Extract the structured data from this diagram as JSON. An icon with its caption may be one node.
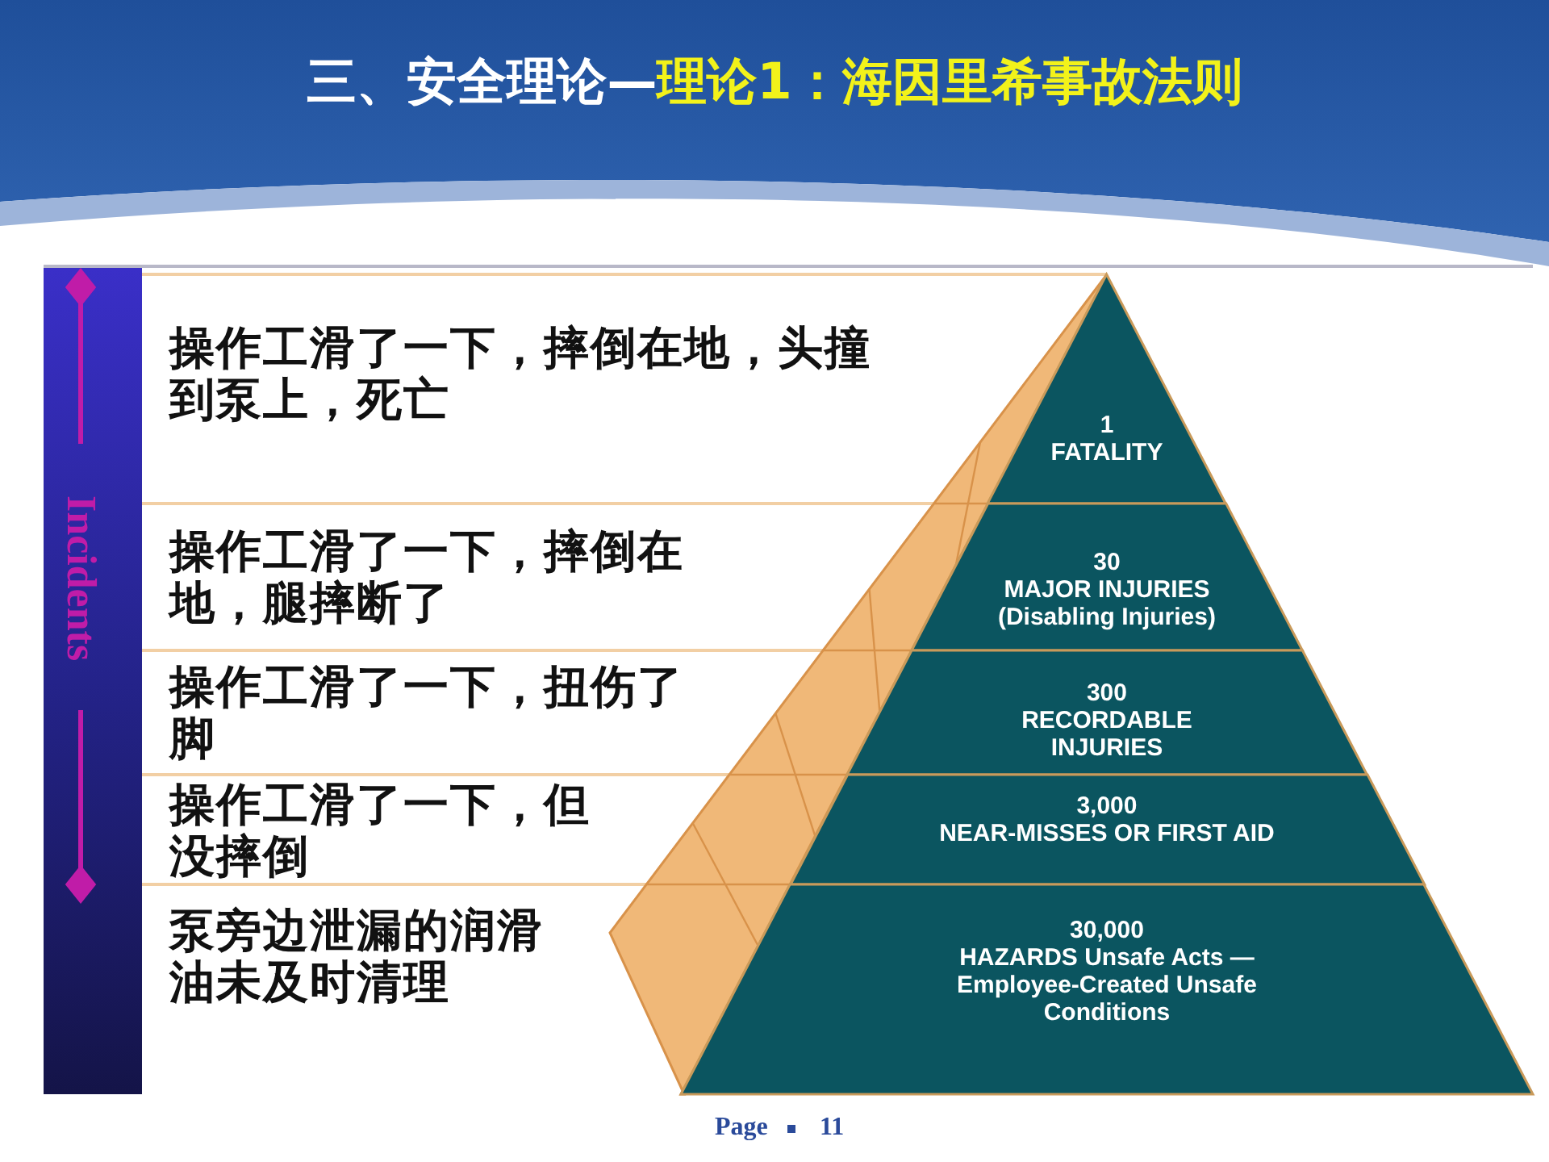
{
  "diagram": {
    "title": "三、安全理论—**理论1：海因里希事故法则**",
    "nodes": [
      {
        "text": [
          "1",
          "FATALITY"
        ]
      },
      {
        "text": [
          "30",
          "MAJOR INJURIES (Disabling Injuries)"
        ]
      },
      {
        "text": [
          "300",
          "RECORDABLE INJURIES"
        ]
      },
      {
        "text": [
          "3,000",
          "NEAR-MISSES OR FIRST AID"
        ]
      },
      {
        "text": [
          "30,000",
          "HAZARDS Unsafe Acts —Employee-Created Unsafe Conditions"
        ]
      }
    ],
    "labels": [
      "Incidents",
      "操作工滑了一下，摔倒在地，头撞到泵上，死亡",
      "操作工滑了一下，摔倒在地，腿摔断了",
      "操作工滑了一下，扭伤了脚",
      "操作工滑了一下，但没摔倒",
      "泵旁边泄漏的润滑油未及时清理",
      "Page",
      "11"
    ]
  }
}
